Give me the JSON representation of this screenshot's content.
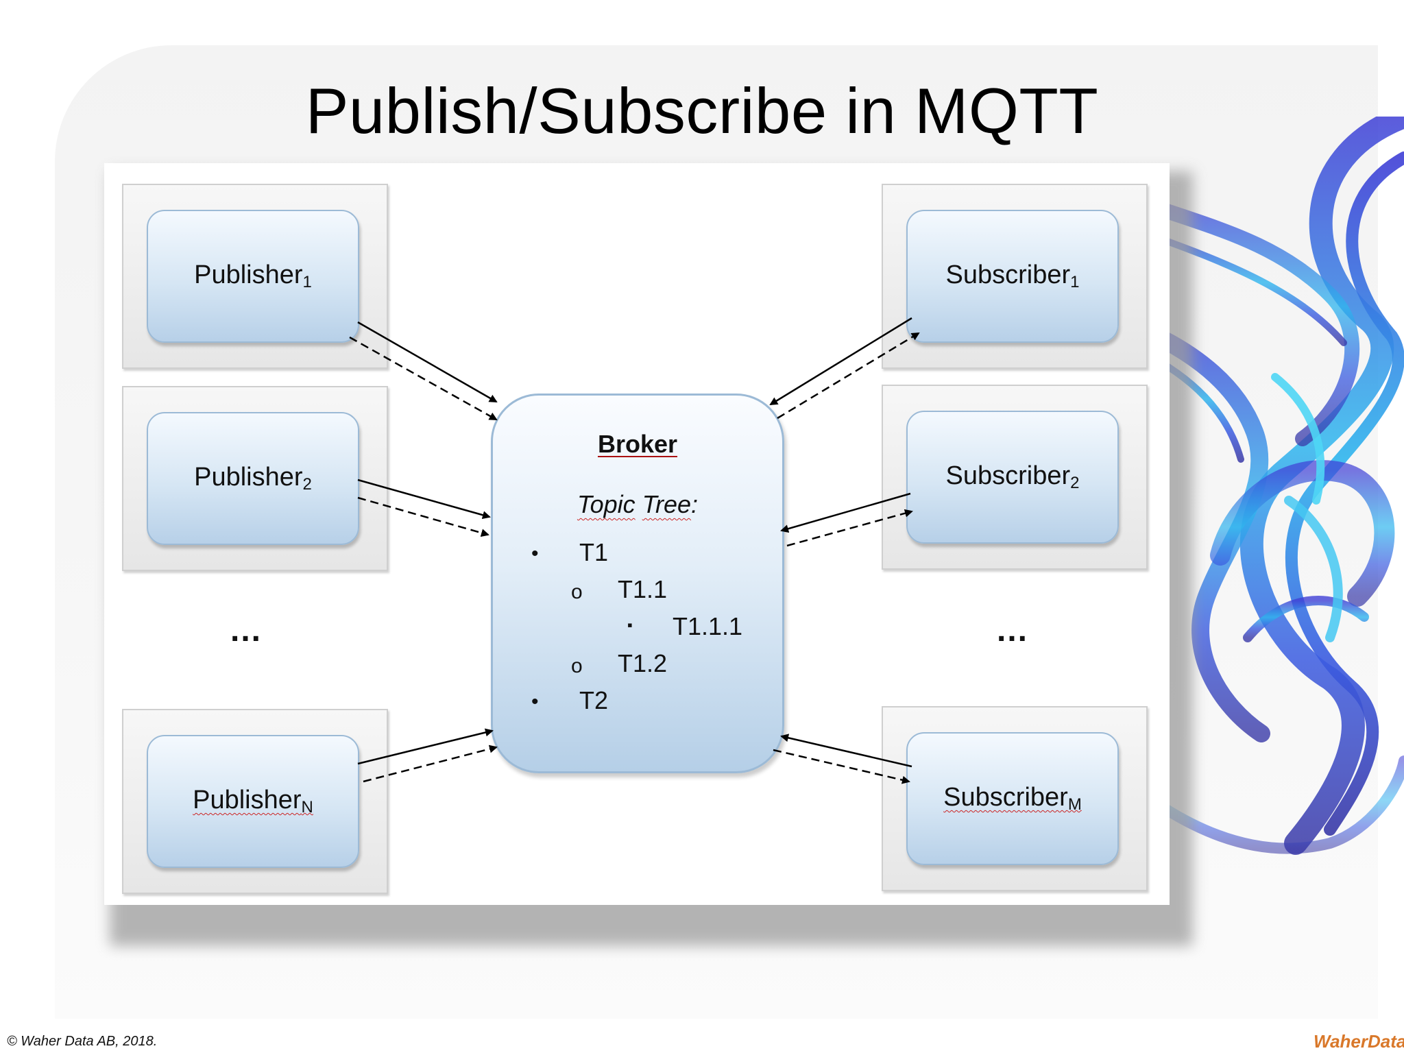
{
  "slide": {
    "title": "Publish/Subscribe in MQTT",
    "footer": "© Waher Data AB, 2018.",
    "logo_text": "WaherData"
  },
  "diagram": {
    "publishers": [
      {
        "base": "Publisher",
        "sub": "1"
      },
      {
        "base": "Publisher",
        "sub": "2"
      },
      {
        "base": "Publisher",
        "sub": "N"
      }
    ],
    "subscribers": [
      {
        "base": "Subscriber",
        "sub": "1"
      },
      {
        "base": "Subscriber",
        "sub": "2"
      },
      {
        "base": "Subscriber",
        "sub": "M"
      }
    ],
    "ellipsis": "...",
    "broker": {
      "title": "Broker",
      "topic_heading_word1": "Topic",
      "topic_heading_word2": "Tree",
      "topic_heading_colon": ":",
      "topics": [
        {
          "label": "T1",
          "bullet": "•"
        },
        {
          "label": "T1.1",
          "bullet": "o"
        },
        {
          "label": "T1.1.1",
          "bullet": "▪"
        },
        {
          "label": "T1.2",
          "bullet": "o"
        },
        {
          "label": "T2",
          "bullet": "•"
        }
      ]
    }
  },
  "colors": {
    "box_border": "#9cbad6",
    "box_fill_top": "#f4f9fe",
    "box_fill_bottom": "#b7d0e8",
    "logo": "#d9782a"
  }
}
